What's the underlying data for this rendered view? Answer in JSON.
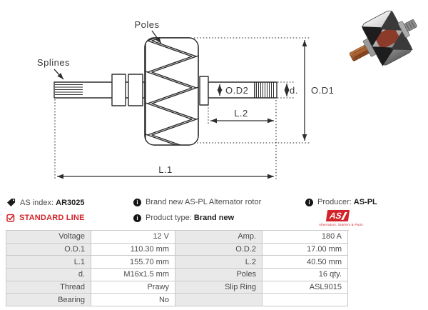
{
  "diagram": {
    "labels": {
      "poles": "Poles",
      "splines": "Splines",
      "od2": "O.D2",
      "d": "d.",
      "od1": "O.D1",
      "l2": "L.2",
      "l1": "L.1"
    }
  },
  "info": {
    "as_index_label": "AS index:",
    "as_index_value": "AR3025",
    "standard_line": "STANDARD LINE",
    "description": "Brand new AS-PL Alternator rotor",
    "product_type_label": "Product type:",
    "product_type_value": "Brand new",
    "producer_label": "Producer:",
    "producer_value": "AS-PL",
    "logo_text": "AS",
    "logo_tagline": "Alternators, Starters & Parts"
  },
  "table": {
    "rows": [
      {
        "c": [
          "Voltage",
          "12 V",
          "Amp.",
          "180 A"
        ]
      },
      {
        "c": [
          "O.D.1",
          "110.30 mm",
          "O.D.2",
          "17.00 mm"
        ]
      },
      {
        "c": [
          "L.1",
          "155.70 mm",
          "L.2",
          "40.50 mm"
        ]
      },
      {
        "c": [
          "d.",
          "M16x1.5 mm",
          "Poles",
          "16 qty."
        ]
      },
      {
        "c": [
          "Thread",
          "Prawy",
          "Slip Ring",
          "ASL9015"
        ]
      },
      {
        "c": [
          "Bearing",
          "No",
          "",
          ""
        ]
      }
    ]
  },
  "colors": {
    "accent_red": "#d2232a",
    "table_label_bg": "#e9e9e9",
    "table_border": "#c9c9c9",
    "diagram_line": "#2e2e2e",
    "text": "#4a4a4a"
  }
}
